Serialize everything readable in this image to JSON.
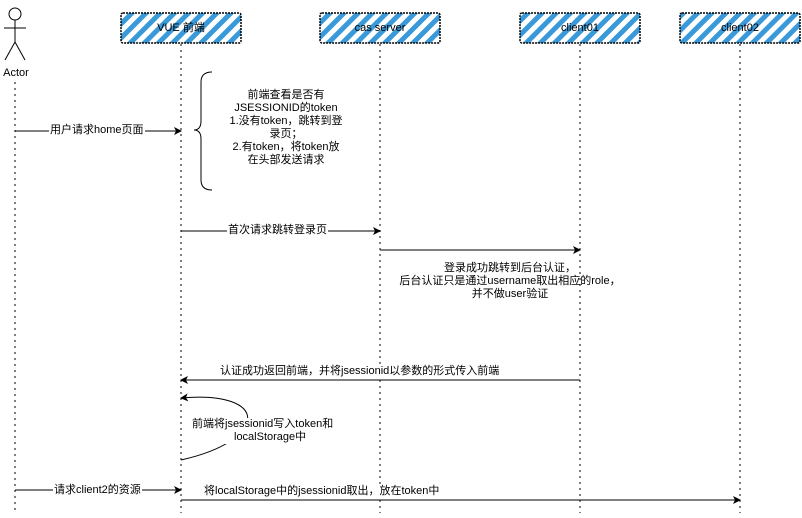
{
  "participants": [
    {
      "id": "actor",
      "label": "Actor"
    },
    {
      "id": "vue",
      "label": "VUE 前端"
    },
    {
      "id": "cas",
      "label": "cas server"
    },
    {
      "id": "client01",
      "label": "client01"
    },
    {
      "id": "client02",
      "label": "client02"
    }
  ],
  "messages": {
    "m1": "用户请求home页面",
    "m2": "首次请求跳转登录页",
    "m4": "认证成功返回前端，并将jsessionid以参数的形式传入前端",
    "m6": "请求client2的资源",
    "m7": "将localStorage中的jsessionid取出，放在token中"
  },
  "notes": {
    "brace_note": [
      "前端查看是否有",
      "JSESSIONID的token",
      "1.没有token，跳转到登",
      "录页；",
      "2.有token，将token放",
      "在头部发送请求"
    ],
    "login_note": [
      "登录成功跳转到后台认证，",
      "后台认证只是通过username取出相应的role，",
      "并不做user验证"
    ],
    "self_note": [
      "前端将jsessionid写入token和",
      "localStorage中"
    ]
  }
}
